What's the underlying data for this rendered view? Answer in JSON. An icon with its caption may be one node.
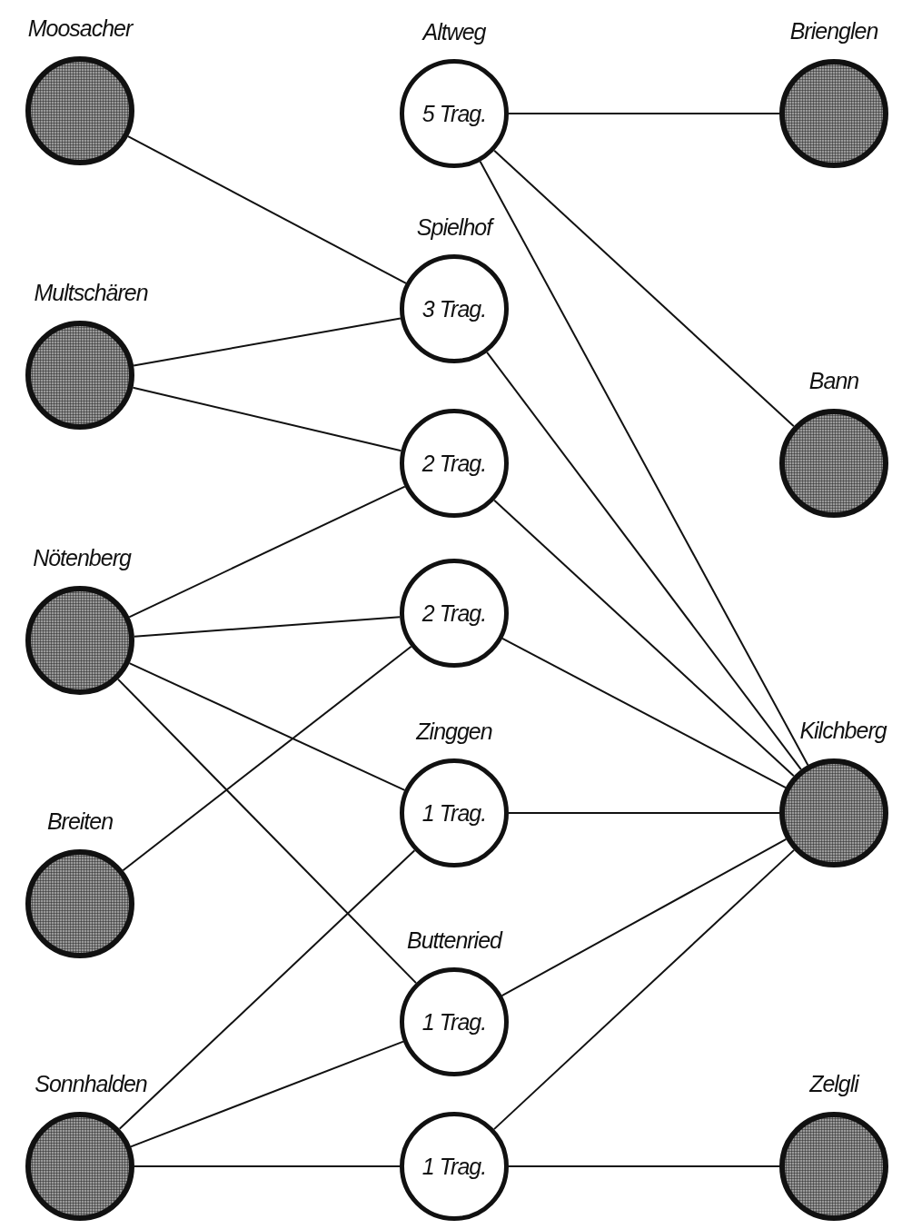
{
  "diagram": {
    "nodes": [
      {
        "text": [
          "Moosacher"
        ]
      },
      {
        "text": [
          "Multschären"
        ]
      },
      {
        "text": [
          "Nötenberg"
        ]
      },
      {
        "text": [
          "Breiten"
        ]
      },
      {
        "text": [
          "Sonnhalden"
        ]
      },
      {
        "text": [
          "Altweg",
          "5 Trag."
        ]
      },
      {
        "text": [
          "Spielhof",
          "3 Trag."
        ]
      },
      {
        "text": [
          "2 Trag."
        ]
      },
      {
        "text": [
          "2 Trag."
        ]
      },
      {
        "text": [
          "Zinggen",
          "1 Trag."
        ]
      },
      {
        "text": [
          "Buttenried",
          "1 Trag."
        ]
      },
      {
        "text": [
          "1 Trag."
        ]
      },
      {
        "text": [
          "Brienglen"
        ]
      },
      {
        "text": [
          "Bann"
        ]
      },
      {
        "text": [
          "Kilchberg"
        ]
      },
      {
        "text": [
          "Zelgli"
        ]
      }
    ],
    "edges": [
      {
        "from": 0,
        "to": 6,
        "arrow": "none"
      },
      {
        "from": 1,
        "to": 6,
        "arrow": "none"
      },
      {
        "from": 1,
        "to": 7,
        "arrow": "none"
      },
      {
        "from": 2,
        "to": 7,
        "arrow": "none"
      },
      {
        "from": 2,
        "to": 8,
        "arrow": "none"
      },
      {
        "from": 2,
        "to": 9,
        "arrow": "none"
      },
      {
        "from": 2,
        "to": 10,
        "arrow": "none"
      },
      {
        "from": 3,
        "to": 8,
        "arrow": "none"
      },
      {
        "from": 4,
        "to": 9,
        "arrow": "none"
      },
      {
        "from": 4,
        "to": 10,
        "arrow": "none"
      },
      {
        "from": 4,
        "to": 11,
        "arrow": "none"
      },
      {
        "from": 5,
        "to": 12,
        "arrow": "none"
      },
      {
        "from": 5,
        "to": 13,
        "arrow": "none"
      },
      {
        "from": 5,
        "to": 14,
        "arrow": "none"
      },
      {
        "from": 6,
        "to": 14,
        "arrow": "none"
      },
      {
        "from": 7,
        "to": 14,
        "arrow": "none"
      },
      {
        "from": 8,
        "to": 14,
        "arrow": "none"
      },
      {
        "from": 9,
        "to": 14,
        "arrow": "none"
      },
      {
        "from": 10,
        "to": 14,
        "arrow": "none"
      },
      {
        "from": 11,
        "to": 14,
        "arrow": "none"
      },
      {
        "from": 11,
        "to": 15,
        "arrow": "none"
      }
    ]
  }
}
